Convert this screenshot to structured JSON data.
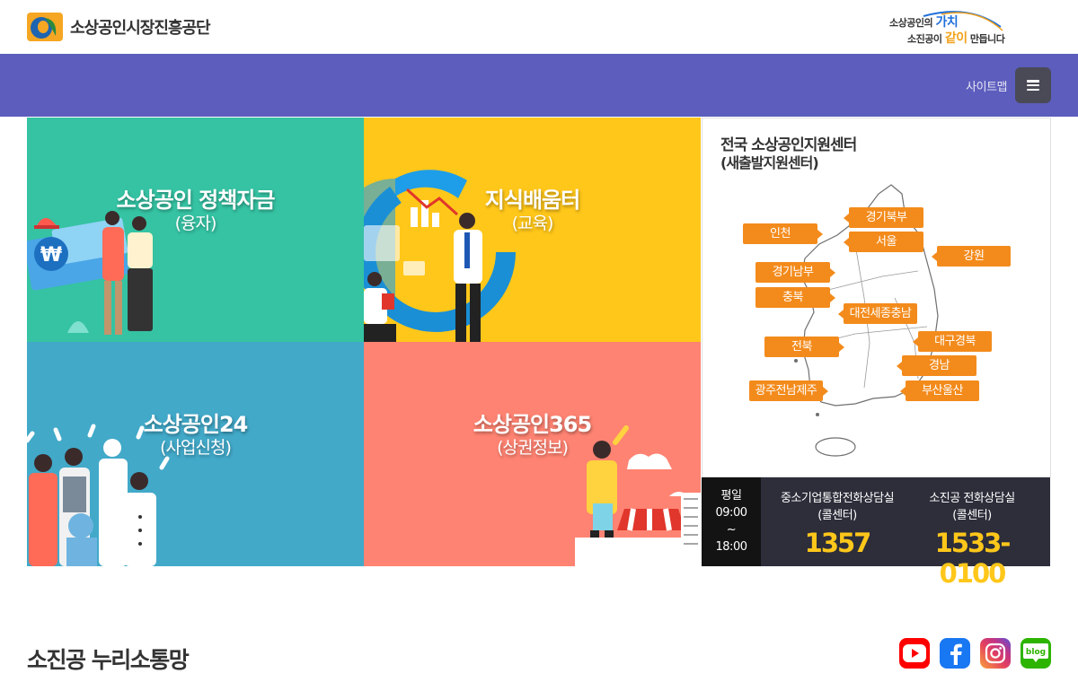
{
  "header": {
    "logo_text": "소상공인시장진흥공단",
    "slogan_line1_pre": "소상공인의 ",
    "slogan_line1_hl": "가치",
    "slogan_line2_pre": "소진공이 ",
    "slogan_line2_hl": "같이",
    "slogan_line2_post": " 만듭니다"
  },
  "nav": {
    "sitemap_label": "사이트맵"
  },
  "tiles": [
    {
      "title": "소상공인 정책자금",
      "sub": "(융자)",
      "color": "#35c3a3"
    },
    {
      "title": "지식배움터",
      "sub": "(교육)",
      "color": "#ffc71a"
    },
    {
      "title": "소상공인24",
      "sub": "(사업신청)",
      "color": "#42a9c9"
    },
    {
      "title": "소상공인365",
      "sub": "(상권정보)",
      "color": "#fe8372"
    }
  ],
  "centers": {
    "title": "전국 소상공인지원센터",
    "subtitle": "(새출발지원센터)",
    "regions": [
      "인천",
      "경기북부",
      "서울",
      "강원",
      "경기남부",
      "충북",
      "대전세종충남",
      "전북",
      "대구경북",
      "경남",
      "광주전남제주",
      "부산울산"
    ],
    "accent": "#f38b1c"
  },
  "callcenter": {
    "hours_label": "평일",
    "hours_start": "09:00",
    "hours_sep": "~",
    "hours_end": "18:00",
    "line1_label": "중소기업통합전화상담실",
    "line1_sub": "(콜센터)",
    "line1_number": "1357",
    "line2_label": "소진공 전화상담실",
    "line2_sub": "(콜센터)",
    "line2_number": "1533-0100"
  },
  "sns": {
    "title": "소진공 누리소통망",
    "blog_text": "blog",
    "icons": [
      "youtube-icon",
      "facebook-icon",
      "instagram-icon",
      "blog-icon"
    ]
  }
}
